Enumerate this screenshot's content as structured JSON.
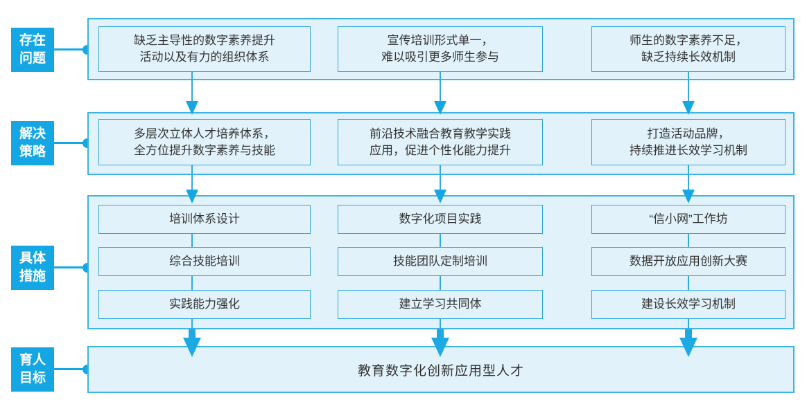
{
  "colors": {
    "accent_blue": "#14a7e3",
    "container_border": "#3cb4e7",
    "inner_border": "#2ea7dd",
    "panel_fill": "#e1f2fa",
    "text": "#333333",
    "label_text": "#ffffff"
  },
  "labels": [
    {
      "text": "存在\n问题"
    },
    {
      "text": "解决\n策略"
    },
    {
      "text": "具体\n措施"
    },
    {
      "text": "育人\n目标"
    }
  ],
  "problems": [
    "缺乏主导性的数字素养提升\n活动以及有力的组织体系",
    "宣传培训形式单一，\n难以吸引更多师生参与",
    "师生的数字素养不足，\n缺乏持续长效机制"
  ],
  "strategies": [
    "多层次立体人才培养体系，\n全方位提升数字素养与技能",
    "前沿技术融合教育教学实践\n应用，促进个性化能力提升",
    "打造活动品牌，\n持续推进长效学习机制"
  ],
  "measures": [
    [
      "培训体系设计",
      "综合技能培训",
      "实践能力强化"
    ],
    [
      "数字化项目实践",
      "技能团队定制培训",
      "建立学习共同体"
    ],
    [
      "“信小网”工作坊",
      "数据开放应用创新大赛",
      "建设长效学习机制"
    ]
  ],
  "goal": "教育数字化创新应用型人才"
}
